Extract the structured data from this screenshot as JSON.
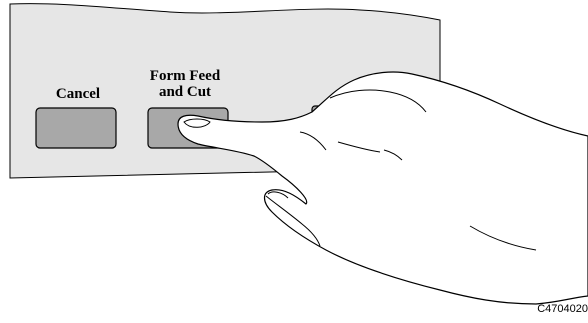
{
  "panel": {
    "fill_color": "#e6e6e6",
    "button_color": "#a8a8a8"
  },
  "buttons": {
    "cancel_label": "Cancel",
    "form_feed_label_line1": "Form Feed",
    "form_feed_label_line2": "and Cut"
  },
  "figure": {
    "id": "C4704020"
  }
}
